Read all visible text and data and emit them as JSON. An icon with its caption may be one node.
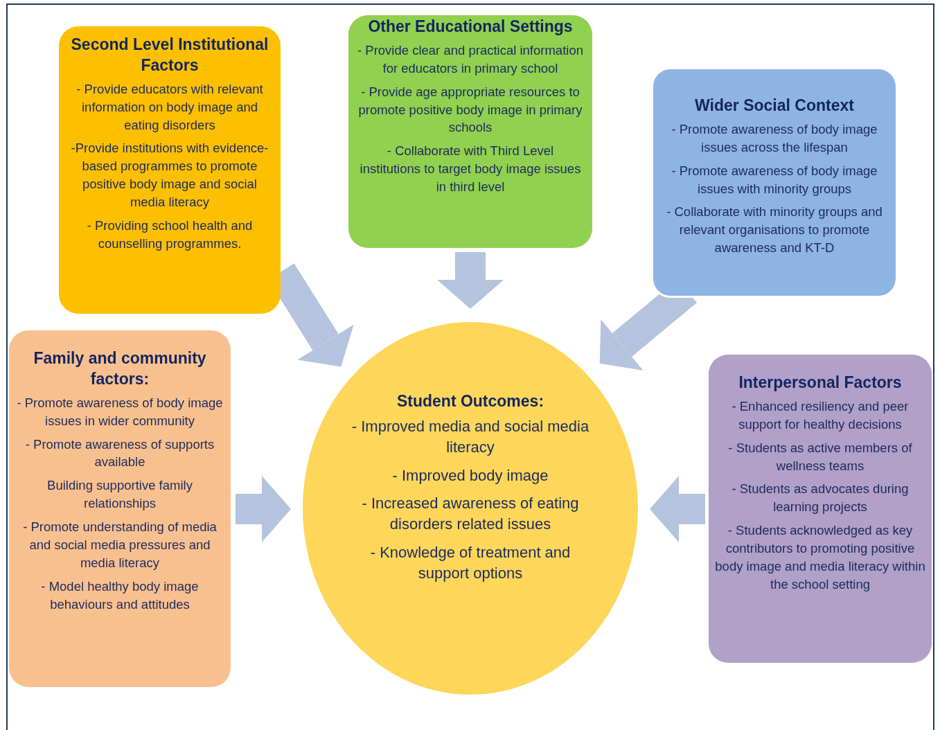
{
  "diagram": {
    "nodes": [
      {
        "text": [
          "Second Level Institutional Factors",
          "- Provide educators with relevant information on body image and eating disorders",
          "-Provide institutions with evidence-based programmes to promote positive body image and social media literacy",
          "- Providing school health and counselling programmes."
        ]
      },
      {
        "text": [
          "Other Educational Settings",
          "- Provide clear and practical information for educators in primary school",
          "- Provide age appropriate resources to promote positive body image in primary schools",
          "- Collaborate with Third Level institutions to target body image issues in third level"
        ]
      },
      {
        "text": [
          "Wider Social Context",
          "- Promote awareness of body image issues across the lifespan",
          "- Promote awareness of body image issues with minority groups",
          "- Collaborate with minority groups and relevant organisations to promote awareness and KT-D"
        ]
      },
      {
        "text": [
          "Family and community factors:",
          "- Promote awareness of body image issues in wider community",
          "- Promote awareness of supports available",
          "Building supportive family relationships",
          "- Promote understanding of media and social media pressures and media literacy",
          "- Model healthy body image behaviours and attitudes"
        ]
      },
      {
        "text": [
          "Student Outcomes:",
          "- Improved media and social media literacy",
          "- Improved body image",
          "- Increased awareness of eating disorders related issues",
          "- Knowledge of treatment and support options"
        ]
      },
      {
        "text": [
          "Interpersonal Factors",
          "- Enhanced resiliency and peer support for healthy decisions",
          "- Students as active members of wellness teams",
          "- Students as advocates during learning projects",
          "- Students acknowledged as key contributors to promoting positive body image and media literacy within the school setting"
        ]
      }
    ],
    "edges": [
      {
        "from": 0,
        "to": 4,
        "arrow": "to"
      },
      {
        "from": 1,
        "to": 4,
        "arrow": "to"
      },
      {
        "from": 2,
        "to": 4,
        "arrow": "to"
      },
      {
        "from": 3,
        "to": 4,
        "arrow": "to"
      },
      {
        "from": 5,
        "to": 4,
        "arrow": "to"
      }
    ]
  }
}
